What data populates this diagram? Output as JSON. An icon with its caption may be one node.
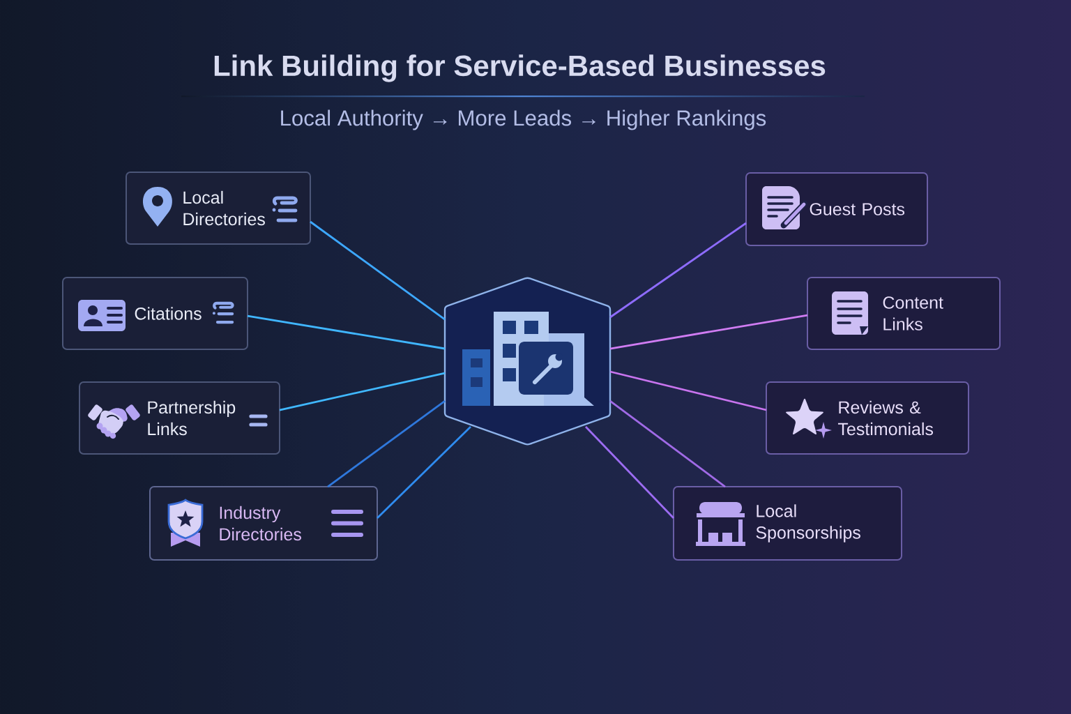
{
  "diagram": {
    "title": "Link Building for Service-Based Businesses",
    "nodes": [
      {
        "text": [],
        "shape": "hexagon"
      },
      {
        "text": [
          "Local Directories"
        ]
      },
      {
        "text": [
          "Citations"
        ]
      },
      {
        "text": [
          "Partnership Links"
        ]
      },
      {
        "text": [
          "Industry Directories"
        ]
      },
      {
        "text": [
          "Guest Posts"
        ]
      },
      {
        "text": [
          "Content Links"
        ]
      },
      {
        "text": [
          "Reviews & Testimonials"
        ]
      },
      {
        "text": [
          "Local Sponsorships"
        ]
      }
    ],
    "edges": [
      {
        "from": 0,
        "to": 1,
        "arrow": "none",
        "color": "#3da8ff"
      },
      {
        "from": 0,
        "to": 2,
        "arrow": "none",
        "color": "#40b6ff"
      },
      {
        "from": 0,
        "to": 3,
        "arrow": "none",
        "color": "#40b8ff"
      },
      {
        "from": 0,
        "to": 4,
        "arrow": "none",
        "color": "#2f78dc"
      },
      {
        "from": 0,
        "to": 4,
        "arrow": "none",
        "color": "#2f8cf0"
      },
      {
        "from": 0,
        "to": 5,
        "arrow": "none",
        "color": "#8e6cff"
      },
      {
        "from": 0,
        "to": 6,
        "arrow": "none",
        "color": "#d07cf2"
      },
      {
        "from": 0,
        "to": 7,
        "arrow": "none",
        "color": "#c874ee"
      },
      {
        "from": 0,
        "to": 8,
        "arrow": "none",
        "color": "#a06ae6"
      },
      {
        "from": 0,
        "to": 8,
        "arrow": "none",
        "color": "#9c6cf2"
      }
    ],
    "labels": [
      "Local Authority → More Leads → Higher Rankings"
    ]
  }
}
